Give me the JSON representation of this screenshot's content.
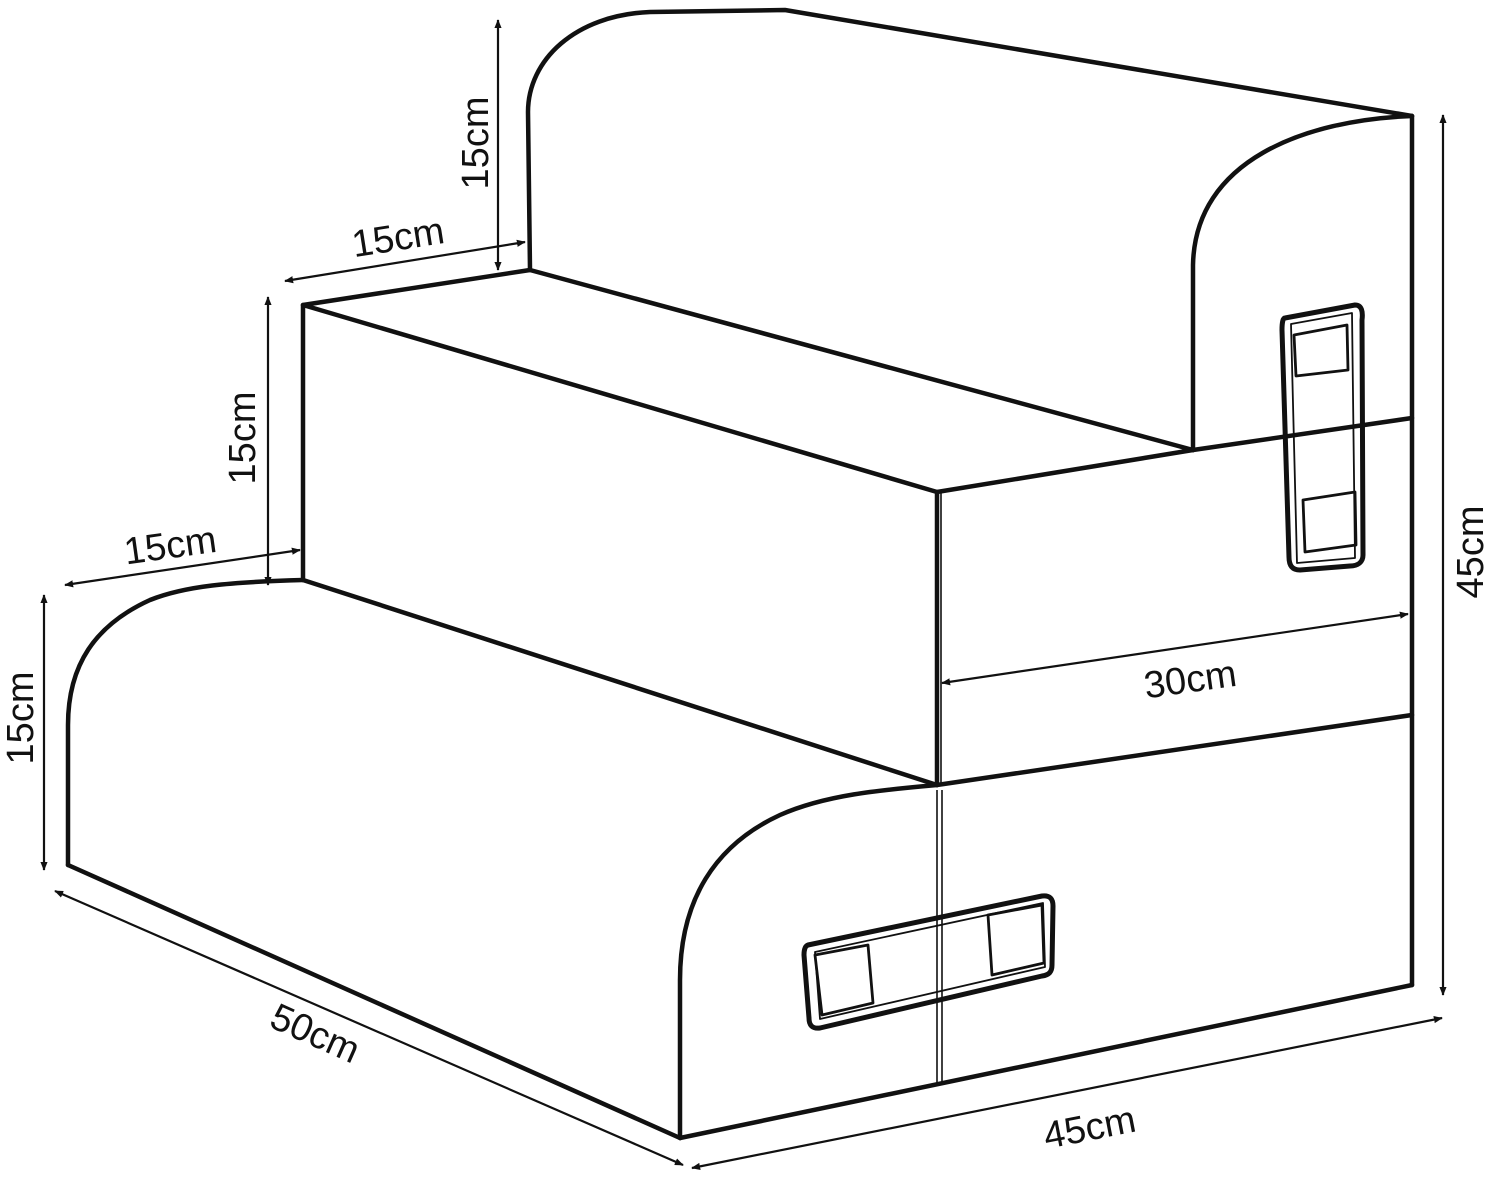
{
  "colors": {
    "stroke": "#111111",
    "background": "#ffffff"
  },
  "dimensions": {
    "back_step_height": "15cm",
    "back_step_depth": "15cm",
    "middle_step_height": "15cm",
    "middle_step_depth": "15cm",
    "front_step_height": "15cm",
    "total_height": "45cm",
    "upper_section_width": "30cm",
    "bottom_length": "50cm",
    "bottom_width": "45cm"
  }
}
